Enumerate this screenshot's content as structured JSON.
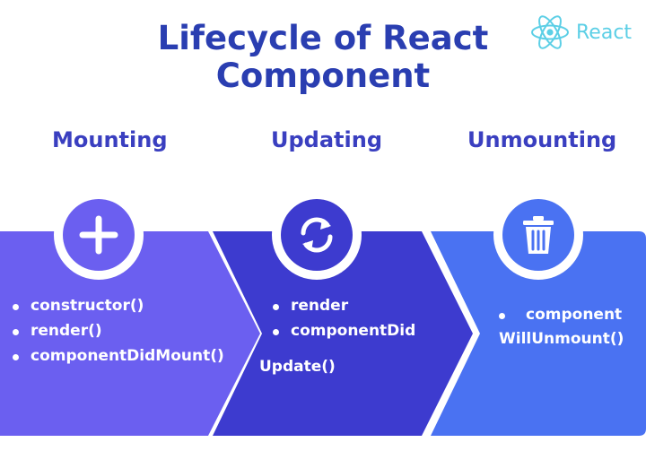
{
  "title_line1": "Lifecycle of React",
  "title_line2": "Component",
  "logo": {
    "text": "React",
    "icon": "react-atom-icon",
    "color": "#5ccfe6"
  },
  "phases": [
    {
      "title": "Mounting",
      "icon": "plus-icon",
      "color": "#6b5ff0",
      "items": [
        "constructor()",
        "render()",
        "componentDidMount()"
      ]
    },
    {
      "title": "Updating",
      "icon": "refresh-icon",
      "color": "#3d3bcf",
      "items": [
        "render",
        "componentDid"
      ],
      "continuation": "Update()"
    },
    {
      "title": "Unmounting",
      "icon": "trash-icon",
      "color": "#4a72f2",
      "items": [
        "component"
      ],
      "continuation": "WillUnmount()"
    }
  ],
  "colors": {
    "title": "#2a3eb1",
    "phase_title": "#3a3fc0"
  }
}
